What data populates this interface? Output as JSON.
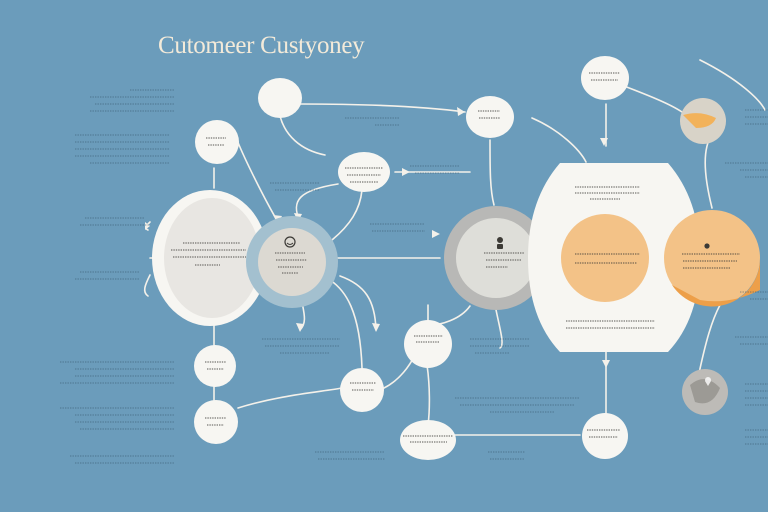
{
  "title": "Cutomeer Custyoney",
  "colors": {
    "background": "#6b9cbb",
    "line": "#f4f1ea",
    "node_fill": "#f7f6f2",
    "text_scribble": "#3c3a36",
    "orange": "#f3c287",
    "gray": "#b8b8b6"
  },
  "nodes": [
    {
      "id": "hub-left",
      "name": "left-hub-ellipse"
    },
    {
      "id": "hub-left-teal",
      "name": "left-teal-circle"
    },
    {
      "id": "hub-center-gray",
      "name": "center-gray-circle"
    },
    {
      "id": "panel-right",
      "name": "right-panel"
    },
    {
      "id": "hub-orange-mid",
      "name": "orange-circle-middle"
    },
    {
      "id": "hub-orange-right",
      "name": "orange-circle-right"
    }
  ],
  "icons": [
    "smile-icon",
    "person-icon",
    "location-pin-icon",
    "dot-icon"
  ]
}
